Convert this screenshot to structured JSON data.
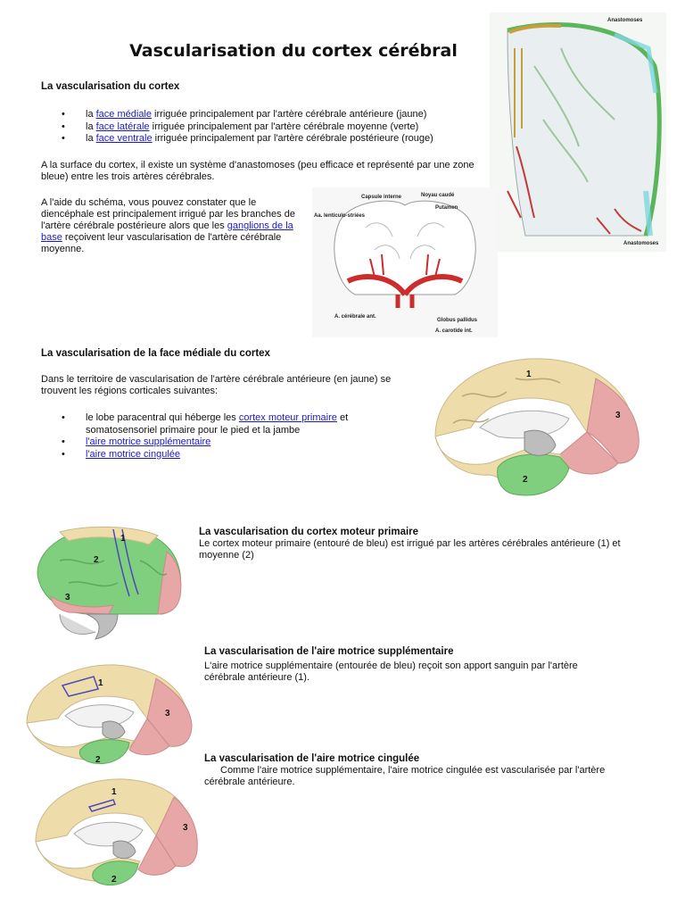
{
  "title": "Vascularisation du cortex cérébral",
  "section1": {
    "heading": "La vascularisation du cortex",
    "bullets": [
      {
        "pre": "la ",
        "link": "face médiale",
        "post": " irriguée principalement par l'artère cérébrale antérieure (jaune)"
      },
      {
        "pre": "la ",
        "link": "face latérale",
        "post": " irriguée principalement par l'artère cérébrale moyenne (verte)"
      },
      {
        "pre": "la ",
        "link": "face ventrale",
        "post": " irriguée principalement par l'artère cérébrale postérieure (rouge)"
      }
    ],
    "para1": "A la surface du cortex, il existe un système d'anastomoses (peu efficace et représenté par une zone bleue) entre les trois artères cérébrales.",
    "para2_pre": "A l'aide du schéma, vous pouvez constater que le diencéphale est principalement irrigué par les branches de l'artère cérébrale postérieure alors que les ",
    "para2_link": "ganglions de la base",
    "para2_post": " reçoivent leur vascularisation de l'artère cérébrale moyenne."
  },
  "section2": {
    "heading": "La vascularisation de la face médiale du cortex",
    "para": "Dans le territoire de vascularisation de l'artère cérébrale antérieure (en jaune) se trouvent les régions corticales suivantes:",
    "bullet1_pre": "le lobe paracentral qui héberge les ",
    "bullet1_link": "cortex moteur primaire",
    "bullet1_post": " et somatosensoriel primaire pour le pied et la jambe",
    "bullet2_link": "l'aire motrice supplémentaire",
    "bullet3_link": "l'aire motrice cingulée"
  },
  "section3": {
    "heading": "La vascularisation du cortex moteur primaire",
    "para": "Le cortex moteur primaire (entouré de bleu) est irrigué par les artères cérébrales antérieure (1) et moyenne (2)"
  },
  "section4": {
    "heading": "La vascularisation de l'aire motrice supplémentaire",
    "para": "L'aire motrice supplémentaire (entourée de bleu) reçoit son apport sanguin par l'artère cérébrale antérieure (1)."
  },
  "section5": {
    "heading": "La vascularisation de l'aire motrice cingulée",
    "para": "Comme l'aire motrice supplémentaire, l'aire motrice cingulée est vascularisée par l'artère cérébrale antérieure."
  },
  "figures": {
    "coronal": {
      "top_label": "Anastomoses",
      "bottom_label": "Anastomoses"
    },
    "basal": {
      "capsule": "Capsule interne",
      "noyau": "Noyau caudé",
      "putamen": "Putamen",
      "lenticulo": "Aa. lenticulo-striées",
      "cerebrale_ant": "A. cérébrale ant.",
      "globus": "Globus pallidus",
      "carotide": "A. carotide int."
    },
    "numbers": {
      "one": "1",
      "two": "2",
      "three": "3"
    }
  },
  "colors": {
    "yellow": "#efdcab",
    "green": "#7fcf7f",
    "red": "#e8a7a7",
    "blue_outline": "#4a4ab8",
    "link": "#1a1acc"
  }
}
